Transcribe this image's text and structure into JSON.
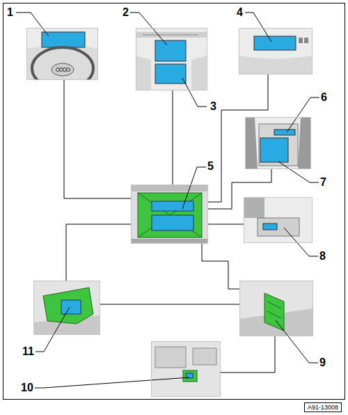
{
  "diagram": {
    "nodes": [
      {
        "text": [
          "1"
        ]
      },
      {
        "text": [
          "2",
          "3"
        ]
      },
      {
        "text": [
          "4"
        ]
      },
      {
        "text": [
          "6",
          "7"
        ]
      },
      {
        "text": [
          "5"
        ]
      },
      {
        "text": [
          "8"
        ]
      },
      {
        "text": [
          "11"
        ]
      },
      {
        "text": [
          "9"
        ]
      },
      {
        "text": [
          "10"
        ]
      }
    ],
    "edges": [
      {
        "from": 0,
        "to": 4,
        "arrow": "none"
      },
      {
        "from": 1,
        "to": 4,
        "arrow": "none"
      },
      {
        "from": 2,
        "to": 4,
        "arrow": "none"
      },
      {
        "from": 4,
        "to": 3,
        "arrow": "none"
      },
      {
        "from": 4,
        "to": 5,
        "arrow": "none"
      },
      {
        "from": 4,
        "to": 6,
        "arrow": "none"
      },
      {
        "from": 4,
        "to": 7,
        "arrow": "none"
      },
      {
        "from": 6,
        "to": 7,
        "arrow": "none"
      },
      {
        "from": 7,
        "to": 8,
        "arrow": "none"
      }
    ],
    "labels": [
      "A91-13008"
    ]
  }
}
